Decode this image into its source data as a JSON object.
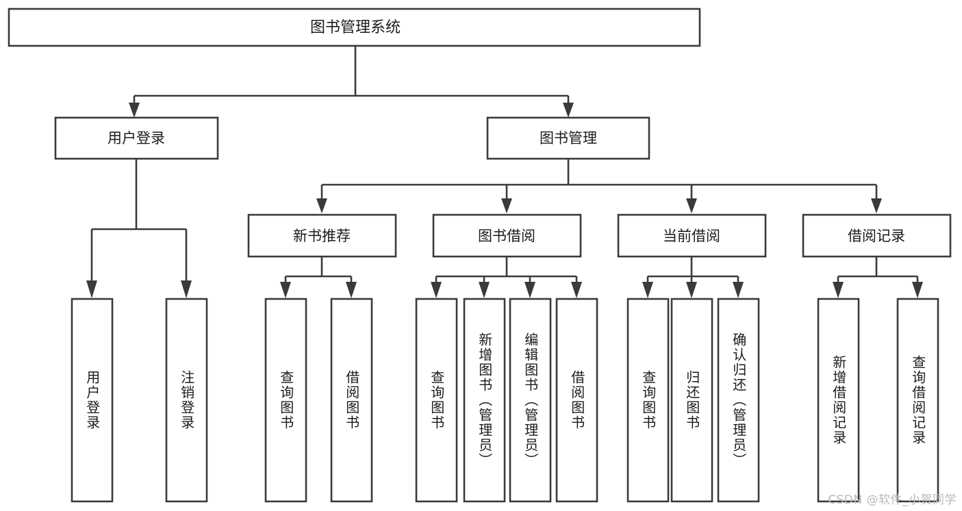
{
  "diagram": {
    "type": "tree-hierarchy",
    "title": "图书管理系统",
    "watermark": "CSDN @软件_小贺同学",
    "colors": {
      "stroke": "#3a3a3a",
      "box_fill": "#ffffff",
      "text": "#1b1b1b",
      "watermark": "#b9b9b9",
      "background": "#ffffff"
    },
    "levels": {
      "root": {
        "label": "图书管理系统"
      },
      "level1": [
        {
          "label": "用户登录"
        },
        {
          "label": "图书管理"
        }
      ],
      "level2": [
        {
          "label": "新书推荐"
        },
        {
          "label": "图书借阅"
        },
        {
          "label": "当前借阅"
        },
        {
          "label": "借阅记录"
        }
      ]
    },
    "leaves": {
      "user_login": [
        {
          "label": "用户登录"
        },
        {
          "label": "注销登录"
        }
      ],
      "new_book_recommend": [
        {
          "label": "查询图书"
        },
        {
          "label": "借阅图书"
        }
      ],
      "book_borrow": [
        {
          "label": "查询图书"
        },
        {
          "label": "新增图书（管理员）"
        },
        {
          "label": "编辑图书（管理员）"
        },
        {
          "label": "借阅图书"
        }
      ],
      "current_borrow": [
        {
          "label": "查询图书"
        },
        {
          "label": "归还图书"
        },
        {
          "label": "确认归还（管理员）"
        }
      ],
      "borrow_record": [
        {
          "label": "新增借阅记录"
        },
        {
          "label": "查询借阅记录"
        }
      ]
    }
  }
}
